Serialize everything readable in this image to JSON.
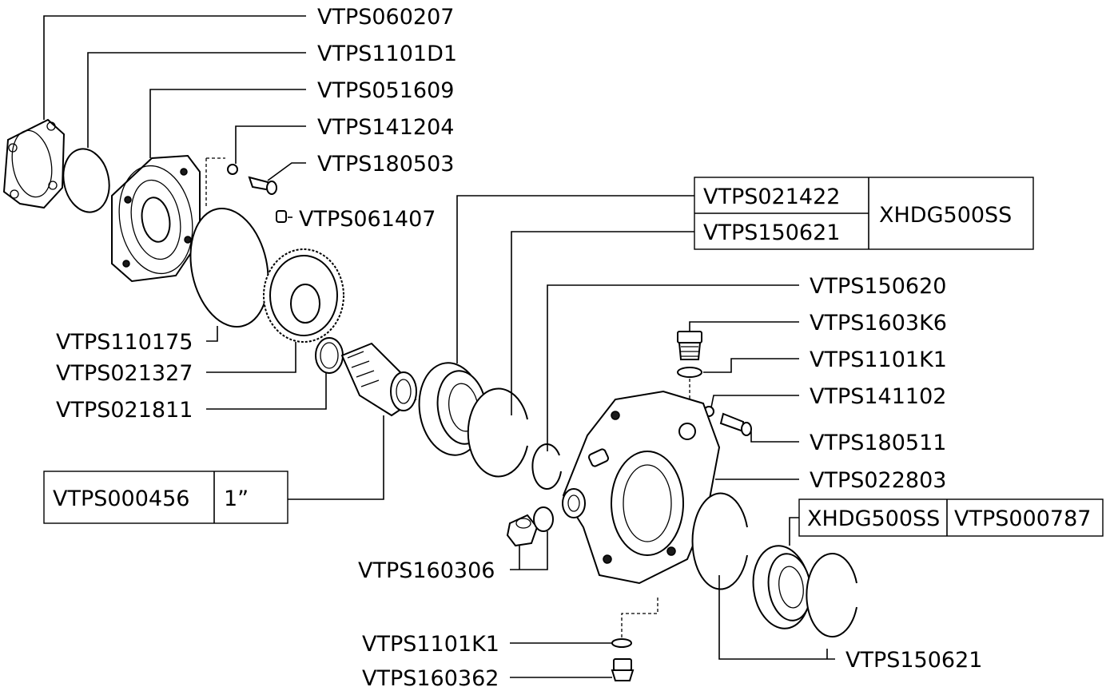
{
  "callouts": {
    "gasket": "VTPS060207",
    "oring_cover": "VTPS1101D1",
    "cover": "VTPS051609",
    "washer_cover": "VTPS141204",
    "screw_cover": "VTPS180503",
    "plug_small": "VTPS061407",
    "oring_large": "VTPS110175",
    "gear": "VTPS021327",
    "bushing": "VTPS021811",
    "pinion": "VTPS000456",
    "pinion_size": "1”",
    "bearing_top": "VTPS021422",
    "circlip_top": "VTPS150621",
    "kit_top": "XHDG500SS",
    "circlip_small": "VTPS150620",
    "breather": "VTPS1603K6",
    "oring_breather": "VTPS1101K1",
    "washer_housing": "VTPS141102",
    "screw_housing": "VTPS180511",
    "housing": "VTPS022803",
    "kit_right": "XHDG500SS",
    "seal_right": "VTPS000787",
    "plug_side": "VTPS160306",
    "oring_drain": "VTPS1101K1",
    "drain_plug": "VTPS160362",
    "circlip_bottom": "VTPS150621"
  }
}
